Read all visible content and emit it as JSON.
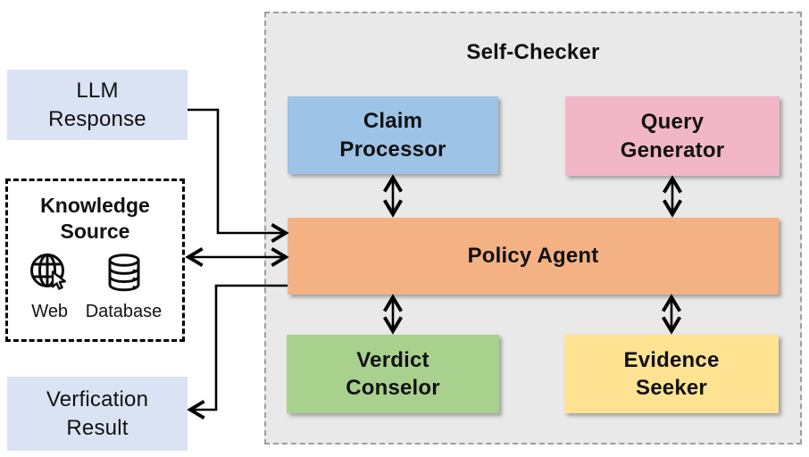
{
  "palette": {
    "canvas_bg": "#ffffff",
    "io_box_bg": "#dae3f3",
    "container_bg": "#e9e9e9",
    "container_border": "#9e9e9e",
    "claim_bg": "#9dc3e6",
    "query_bg": "#f1b7c7",
    "policy_bg": "#f4b183",
    "verdict_bg": "#a9d18e",
    "evidence_bg": "#ffe393",
    "line_color": "#000000"
  },
  "nodes": {
    "llm_response": {
      "label": "LLM\nResponse"
    },
    "knowledge_source": {
      "title": "Knowledge\nSource",
      "items": [
        {
          "icon": "globe-web-icon",
          "label": "Web"
        },
        {
          "icon": "database-icon",
          "label": "Database"
        }
      ]
    },
    "verification_result": {
      "label": "Verfication\nResult"
    },
    "self_checker": {
      "title": "Self-Checker"
    },
    "claim_processor": {
      "label": "Claim\nProcessor"
    },
    "query_generator": {
      "label": "Query\nGenerator"
    },
    "policy_agent": {
      "label": "Policy Agent"
    },
    "verdict_conselor": {
      "label": "Verdict\nConselor"
    },
    "evidence_seeker": {
      "label": "Evidence\nSeeker"
    }
  },
  "edges": [
    "llm_response -> policy_agent",
    "knowledge_source <-> policy_agent",
    "policy_agent -> verification_result",
    "claim_processor <-> policy_agent",
    "query_generator <-> policy_agent",
    "verdict_conselor <-> policy_agent",
    "evidence_seeker <-> policy_agent"
  ]
}
